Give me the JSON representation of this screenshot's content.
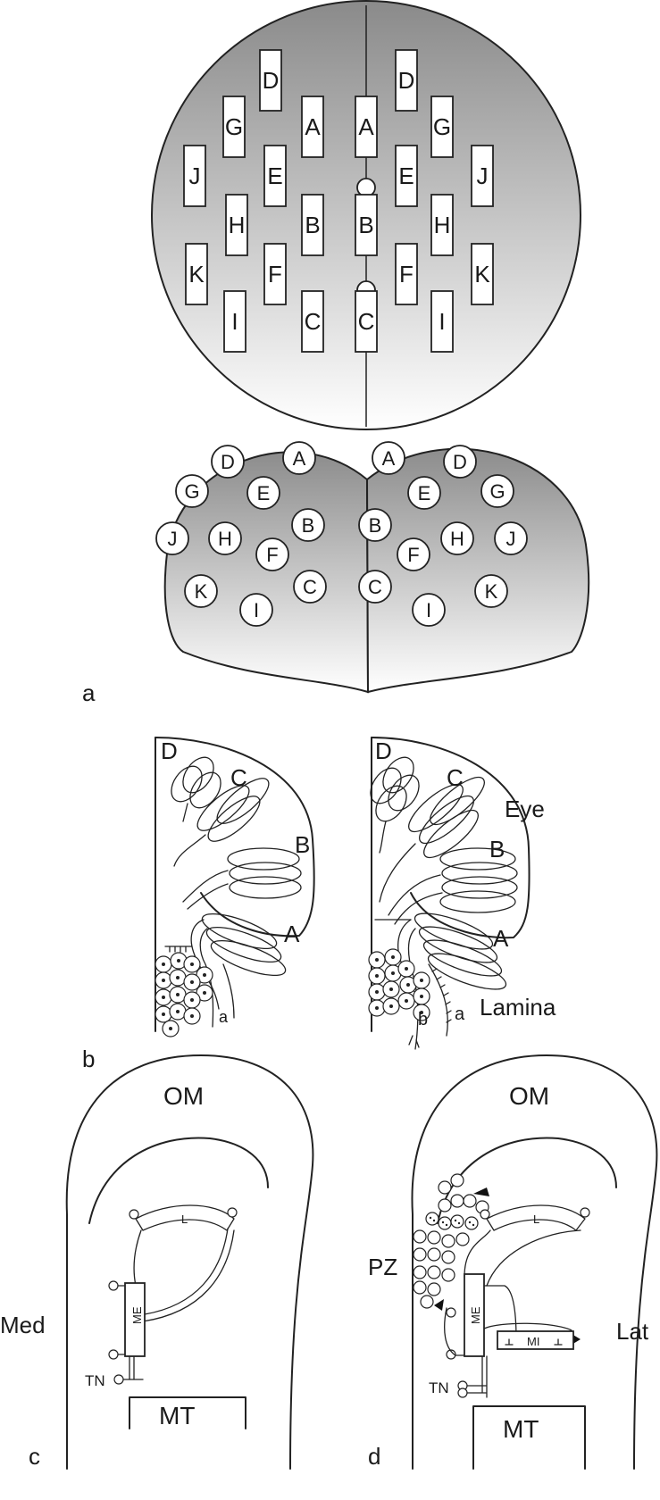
{
  "panels": {
    "a": {
      "label": "a",
      "top_left": [
        "D",
        "G",
        "A",
        "J",
        "E",
        "H",
        "B",
        "K",
        "F",
        "I",
        "C"
      ],
      "top_right": [
        "D",
        "A",
        "G",
        "E",
        "J",
        "B",
        "H",
        "F",
        "K",
        "C",
        "I"
      ],
      "bottom_left": [
        "D",
        "A",
        "G",
        "E",
        "B",
        "J",
        "H",
        "F",
        "K",
        "C",
        "I"
      ],
      "bottom_right": [
        "A",
        "D",
        "E",
        "G",
        "B",
        "H",
        "J",
        "F",
        "C",
        "K",
        "I"
      ]
    },
    "b": {
      "label": "b",
      "left_labels": [
        "D",
        "C",
        "B",
        "A",
        "a"
      ],
      "right_labels": [
        "D",
        "C",
        "Eye",
        "B",
        "A",
        "Lamina",
        "b",
        "a"
      ]
    },
    "c": {
      "label": "c",
      "om": "OM",
      "med": "Med",
      "me": "ME",
      "l": "L",
      "tn": "TN",
      "mt": "MT"
    },
    "d": {
      "label": "d",
      "om": "OM",
      "pz": "PZ",
      "lat": "Lat",
      "me": "ME",
      "mi": "MI",
      "l": "L",
      "tn": "TN",
      "mt": "MT"
    }
  },
  "colors": {
    "gradient_top": "#8a8a8a",
    "gradient_bottom": "#ffffff",
    "stroke": "#222222"
  }
}
